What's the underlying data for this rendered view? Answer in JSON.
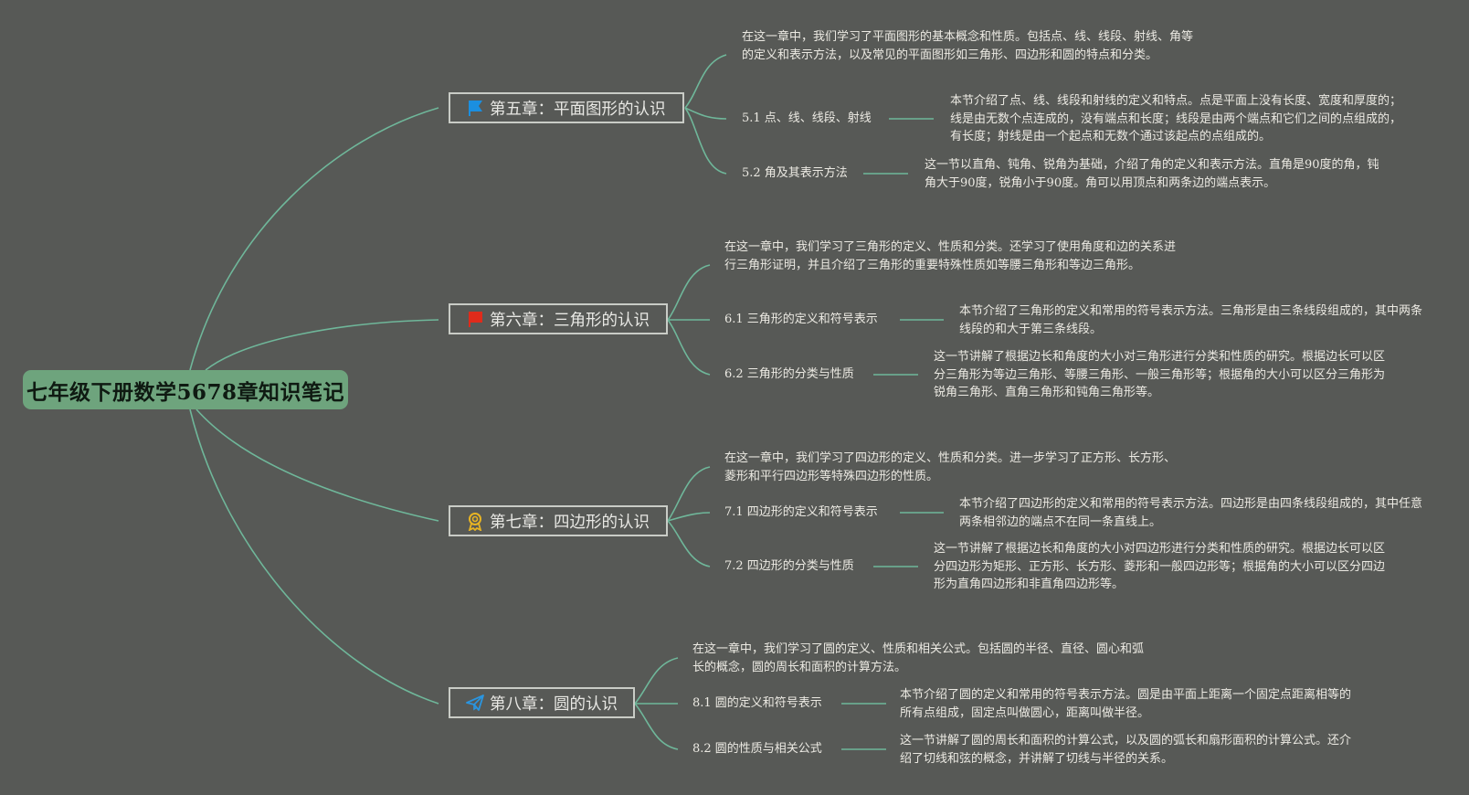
{
  "root": {
    "title": "七年级下册数学5678章知识笔记"
  },
  "line_color": "#6fb79a",
  "chapters": [
    {
      "title": "第五章：平面图形的认识",
      "icon": "blue-flag-icon",
      "summary": "在这一章中，我们学习了平面图形的基本概念和性质。包括点、线、线段、射线、角等的定义和表示方法，以及常见的平面图形如三角形、四边形和圆的特点和分类。",
      "sections": [
        {
          "label": "5.1 点、线、线段、射线",
          "desc": "本节介绍了点、线、线段和射线的定义和特点。点是平面上没有长度、宽度和厚度的；线是由无数个点连成的，没有端点和长度；线段是由两个端点和它们之间的点组成的，有长度；射线是由一个起点和无数个通过该起点的点组成的。"
        },
        {
          "label": "5.2 角及其表示方法",
          "desc": "这一节以直角、钝角、锐角为基础，介绍了角的定义和表示方法。直角是90度的角，钝角大于90度，锐角小于90度。角可以用顶点和两条边的端点表示。"
        }
      ]
    },
    {
      "title": "第六章：三角形的认识",
      "icon": "red-flag-icon",
      "summary": "在这一章中，我们学习了三角形的定义、性质和分类。还学习了使用角度和边的关系进行三角形证明，并且介绍了三角形的重要特殊性质如等腰三角形和等边三角形。",
      "sections": [
        {
          "label": "6.1 三角形的定义和符号表示",
          "desc": "本节介绍了三角形的定义和常用的符号表示方法。三角形是由三条线段组成的，其中两条线段的和大于第三条线段。"
        },
        {
          "label": "6.2 三角形的分类与性质",
          "desc": "这一节讲解了根据边长和角度的大小对三角形进行分类和性质的研究。根据边长可以区分三角形为等边三角形、等腰三角形、一般三角形等；根据角的大小可以区分三角形为锐角三角形、直角三角形和钝角三角形等。"
        }
      ]
    },
    {
      "title": "第七章：四边形的认识",
      "icon": "award-ribbon-icon",
      "summary": "在这一章中，我们学习了四边形的定义、性质和分类。进一步学习了正方形、长方形、菱形和平行四边形等特殊四边形的性质。",
      "sections": [
        {
          "label": "7.1 四边形的定义和符号表示",
          "desc": "本节介绍了四边形的定义和常用的符号表示方法。四边形是由四条线段组成的，其中任意两条相邻边的端点不在同一条直线上。"
        },
        {
          "label": "7.2 四边形的分类与性质",
          "desc": "这一节讲解了根据边长和角度的大小对四边形进行分类和性质的研究。根据边长可以区分四边形为矩形、正方形、长方形、菱形和一般四边形等；根据角的大小可以区分四边形为直角四边形和非直角四边形等。"
        }
      ]
    },
    {
      "title": "第八章：圆的认识",
      "icon": "paper-plane-icon",
      "summary": "在这一章中，我们学习了圆的定义、性质和相关公式。包括圆的半径、直径、圆心和弧长的概念，圆的周长和面积的计算方法。",
      "sections": [
        {
          "label": "8.1 圆的定义和符号表示",
          "desc": "本节介绍了圆的定义和常用的符号表示方法。圆是由平面上距离一个固定点距离相等的所有点组成，固定点叫做圆心，距离叫做半径。"
        },
        {
          "label": "8.2 圆的性质与相关公式",
          "desc": "这一节讲解了圆的周长和面积的计算公式，以及圆的弧长和扇形面积的计算公式。还介绍了切线和弦的概念，并讲解了切线与半径的关系。"
        }
      ]
    }
  ]
}
